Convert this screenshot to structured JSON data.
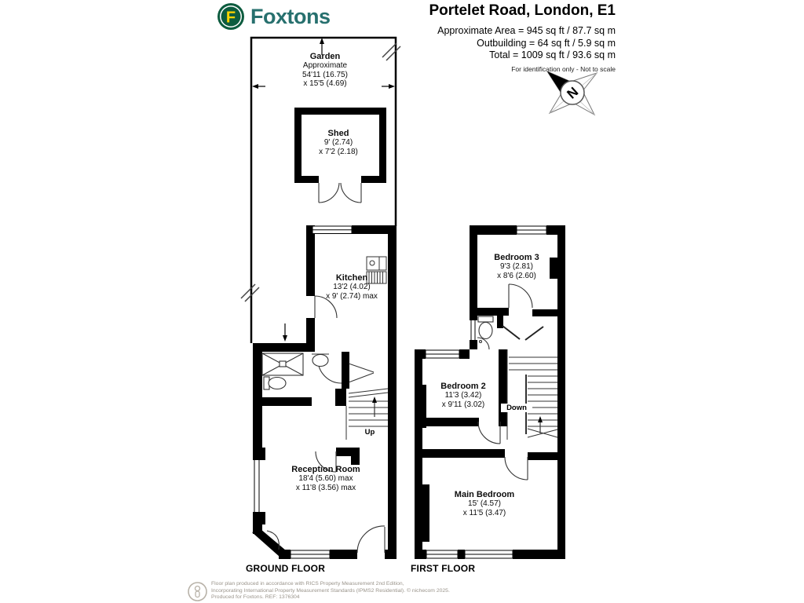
{
  "header": {
    "brand": "Foxtons",
    "logo_letter": "F",
    "title": "Portelet Road, London, E1",
    "area_line1": "Approximate Area = 945 sq ft / 87.7 sq m",
    "area_line2": "Outbuilding = 64 sq ft / 5.9 sq m",
    "area_line3": "Total = 1009 sq ft / 93.6 sq m",
    "disclaimer": "For identification only - Not to scale"
  },
  "compass": {
    "north_letter": "N"
  },
  "plans": {
    "ground": {
      "floor_label": "GROUND FLOOR",
      "stairs_label": "Up",
      "rooms": {
        "garden": {
          "name": "Garden",
          "line1": "Approximate",
          "line2": "54'11 (16.75)",
          "line3": "x 15'5 (4.69)"
        },
        "shed": {
          "name": "Shed",
          "line1": "9' (2.74)",
          "line2": "x 7'2 (2.18)"
        },
        "kitchen": {
          "name": "Kitchen",
          "line1": "13'2 (4.02)",
          "line2": "x 9' (2.74) max"
        },
        "reception": {
          "name": "Reception Room",
          "line1": "18'4 (5.60) max",
          "line2": "x 11'8 (3.56) max"
        }
      }
    },
    "first": {
      "floor_label": "FIRST FLOOR",
      "stairs_label": "Down",
      "rooms": {
        "bedroom3": {
          "name": "Bedroom 3",
          "line1": "9'3 (2.81)",
          "line2": "x 8'6 (2.60)"
        },
        "bedroom2": {
          "name": "Bedroom 2",
          "line1": "11'3 (3.42)",
          "line2": "x 9'11 (3.02)"
        },
        "main_bedroom": {
          "name": "Main Bedroom",
          "line1": "15' (4.57)",
          "line2": "x 11'5 (3.47)"
        }
      }
    }
  },
  "footer": {
    "line1": "Floor plan produced in accordance with RICS Property Measurement 2nd Edition,",
    "line2": "Incorporating International Property Measurement Standards (IPMS2 Residential).  © nichecom 2025.",
    "line3": "Produced for Foxtons.   REF: 1376304"
  },
  "colors": {
    "foxtons_green": "#0d5c3f",
    "foxtons_yellow": "#ffd400",
    "foxtons_teal": "#27706e",
    "wall": "#000000"
  }
}
